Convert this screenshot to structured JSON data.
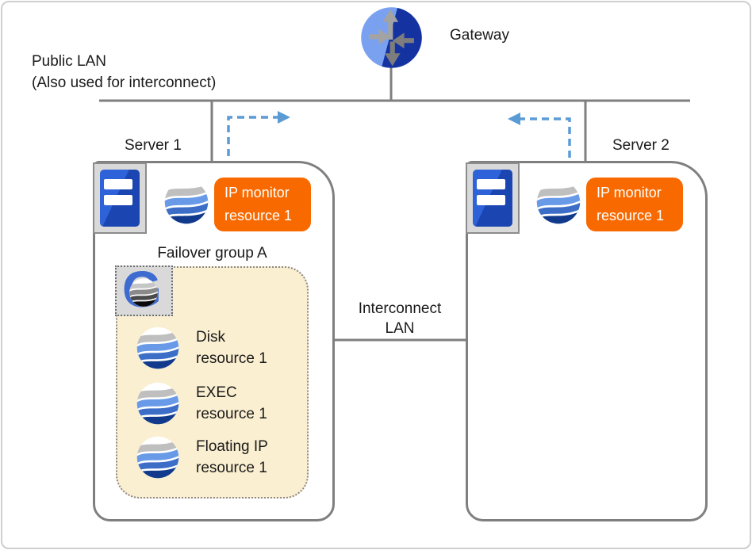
{
  "labels": {
    "gateway": "Gateway",
    "public_lan_1": "Public LAN",
    "public_lan_2": "(Also used for interconnect)",
    "interconnect_1": "Interconnect",
    "interconnect_2": "LAN"
  },
  "servers": [
    {
      "name": "Server 1",
      "monitor_1": "IP monitor",
      "monitor_2": "resource 1"
    },
    {
      "name": "Server 2",
      "monitor_1": "IP monitor",
      "monitor_2": "resource 1"
    }
  ],
  "failover_group": {
    "title": "Failover group A",
    "icon_letter": "G",
    "resources": [
      {
        "line1": "Disk",
        "line2": "resource 1"
      },
      {
        "line1": "EXEC",
        "line2": "resource 1"
      },
      {
        "line1": "Floating IP",
        "line2": "resource 1"
      }
    ]
  },
  "icons": {
    "gateway": "router-gateway-icon",
    "server": "server-tower-icon",
    "resource": "cluster-sphere-icon",
    "group": "failover-group-g-icon"
  },
  "colors": {
    "line_gray": "#7f7f7f",
    "arrow_blue": "#5b9bd5",
    "monitor_orange": "#f86a00",
    "group_fill": "#fbefd1",
    "icon_square_gray": "#d9d9d9",
    "server_blue": "#1b46b2",
    "sphere_gray": "#bfbfbf",
    "sphere_light_blue": "#689ae8",
    "sphere_mid_blue": "#3c6ec8",
    "sphere_navy": "#113a8c",
    "gateway_light_blue": "#7aa1f0",
    "gateway_dark_blue": "#1433a0",
    "g_letter_blue": "#3e6bd0"
  }
}
